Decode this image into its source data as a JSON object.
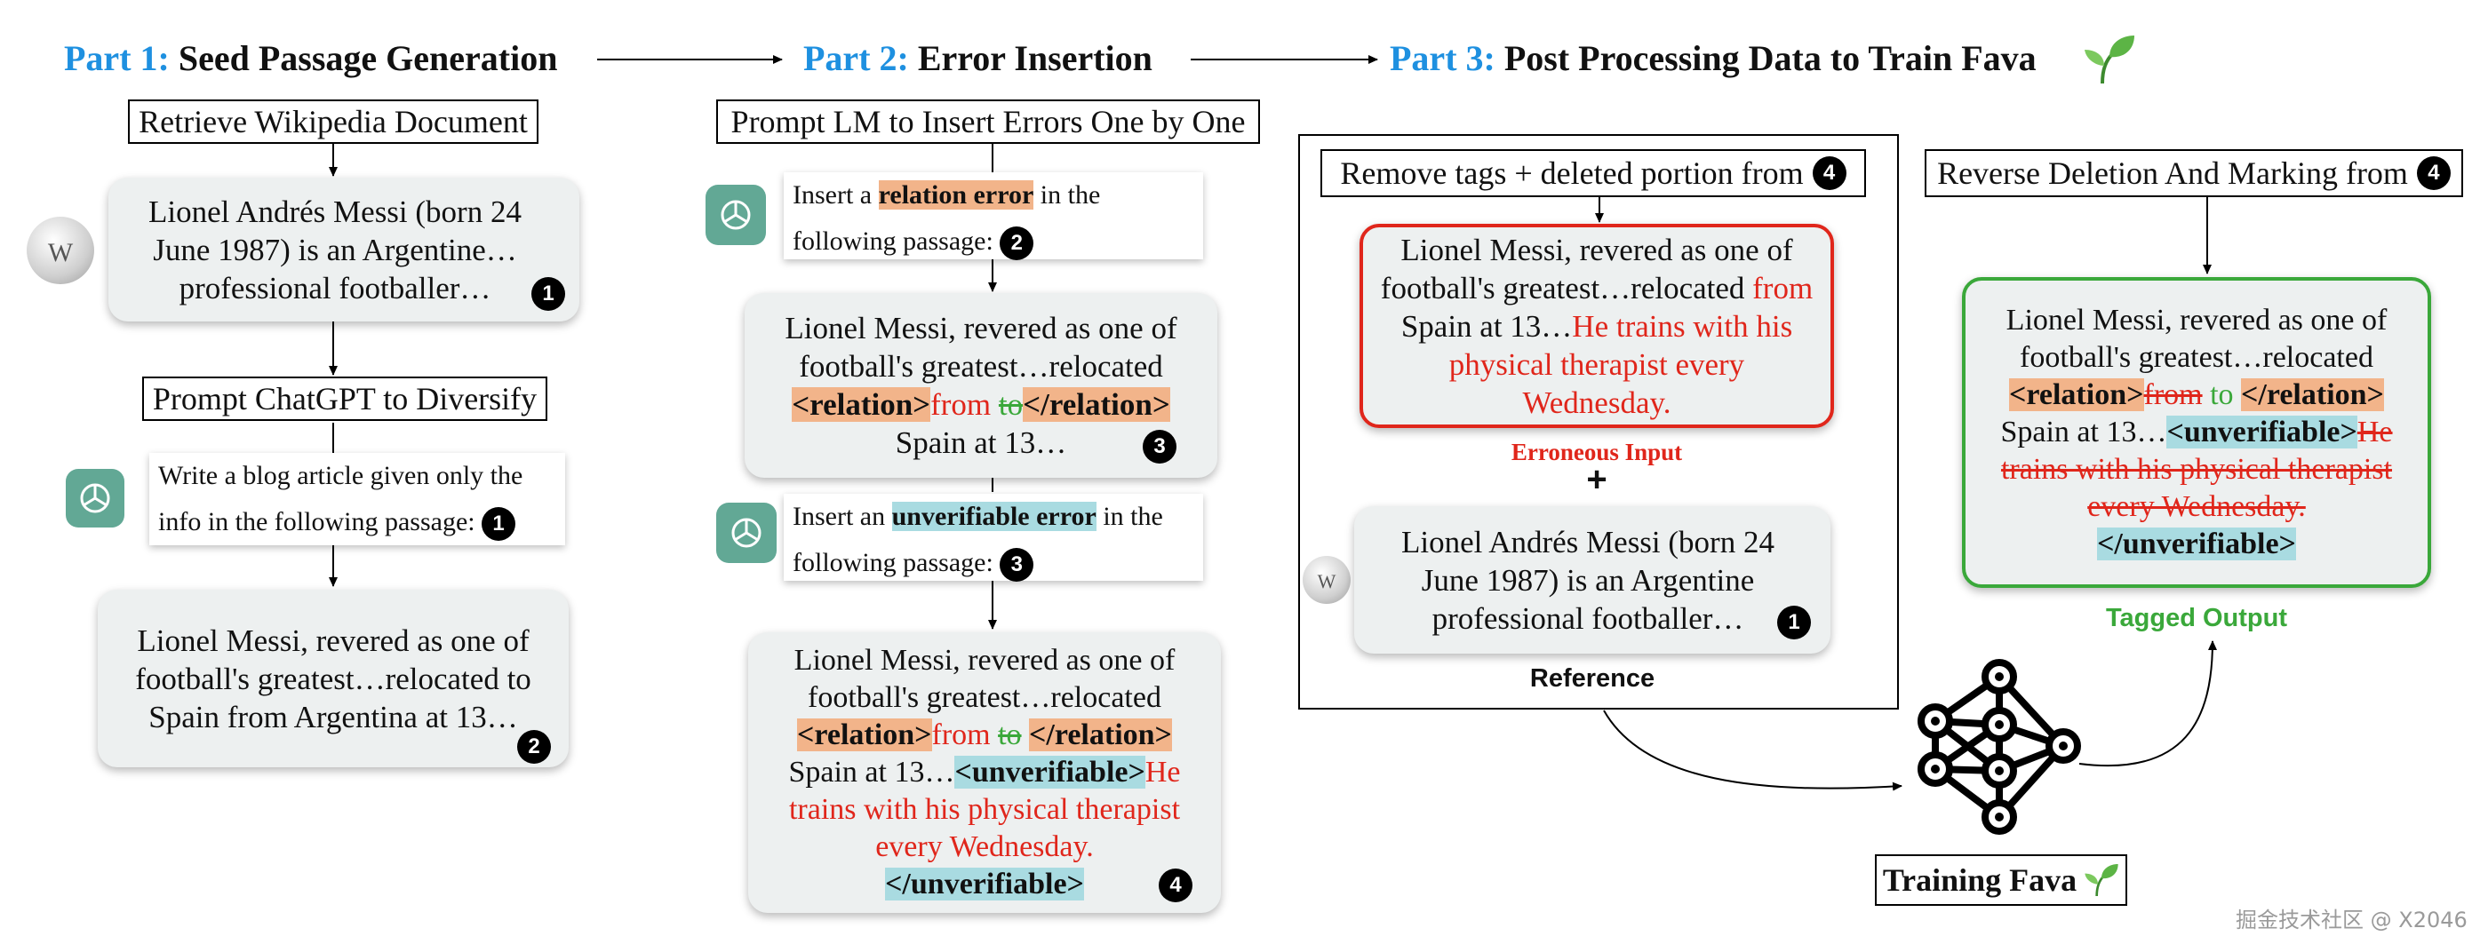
{
  "headers": {
    "part1_label": "Part 1:",
    "part1_title": "Seed Passage Generation",
    "part2_label": "Part 2:",
    "part2_title": "Error Insertion",
    "part3_label": "Part 3:",
    "part3_title": "Post Processing Data to Train Fava"
  },
  "part1": {
    "retrieve": "Retrieve Wikipedia Document",
    "wiki_text": "Lionel Andrés Messi (born 24 June 1987) is an Argentine… professional footballer…",
    "wiki_num": "1",
    "diversify": "Prompt ChatGPT to Diversify",
    "prompt_text": "Write a blog article given only the info in the following passage:",
    "prompt_num": "1",
    "seed_text": "Lionel Messi, revered as one of football's greatest…relocated to Spain from Argentina at 13…",
    "seed_num": "2"
  },
  "part2": {
    "insert_box": "Prompt LM to Insert Errors One by One",
    "rel_prompt_pre": "Insert a ",
    "rel_prompt_tag": "relation error",
    "rel_prompt_post": " in the following passage:",
    "rel_prompt_num": "2",
    "card3_line1": "Lionel Messi, revered as one of",
    "card3_line2": "football's greatest…relocated",
    "card3_open": "<relation>",
    "card3_from": "from ",
    "card3_to": "to",
    "card3_close": "</relation>",
    "card3_line4": "Spain at 13…",
    "card3_num": "3",
    "unv_prompt_pre": "Insert an ",
    "unv_prompt_tag": "unverifiable error",
    "unv_prompt_post": " in the following passage:",
    "unv_prompt_num": "3",
    "card4_line1": "Lionel Messi, revered as one of",
    "card4_line2": "football's greatest…relocated",
    "card4_open": "<relation>",
    "card4_from": "from ",
    "card4_to": "to",
    "card4_close": "</relation>",
    "card4_spain": "Spain at 13…",
    "card4_uopen": "<unverifiable>",
    "card4_he": "He",
    "card4_red1": "trains with his physical therapist",
    "card4_red2": "every Wednesday.",
    "card4_uclose": "</unverifiable>",
    "card4_num": "4"
  },
  "part3": {
    "remove_box": "Remove tags + deleted portion from",
    "remove_num": "4",
    "err_line1": "Lionel Messi, revered as one of",
    "err_line2a": "football's greatest…relocated ",
    "err_line2b": "from",
    "err_line3a": "Spain at 13…",
    "err_line3b": "He trains with his",
    "err_line4": "physical therapist every",
    "err_line5": "Wednesday.",
    "erroneous_label": "Erroneous Input",
    "plus": "+",
    "ref_text": "Lionel Andrés Messi (born 24 June 1987) is an Argentine professional footballer…",
    "ref_num": "1",
    "reference_label": "Reference",
    "reverse_box": "Reverse Deletion And Marking from",
    "reverse_num": "4",
    "out_line1": "Lionel Messi, revered as one of",
    "out_line2": "football's greatest…relocated",
    "out_open": "<relation>",
    "out_from": "from",
    "out_to": "to",
    "out_close": "</relation>",
    "out_spain": "Spain at 13…",
    "out_uopen": "<unverifiable>",
    "out_he": "He",
    "out_red1": "trains with his physical therapist",
    "out_red2": "every Wednesday.",
    "out_uclose": "</unverifiable>",
    "tagged_label": "Tagged Output",
    "training_label": "Training Fava"
  },
  "watermark": "掘金技术社区 @ X2046",
  "colors": {
    "part_label": "#1e90e0",
    "relation_tag": "#f2b48a",
    "unverifiable_tag": "#a9dbe1",
    "error_red": "#e0261b",
    "correct_green": "#3aa83a",
    "card_bg": "#edf0f0"
  },
  "icons": [
    "wikipedia-globe-icon",
    "openai-logo-icon",
    "sprout-icon",
    "neural-network-icon",
    "number-badge-icon"
  ]
}
